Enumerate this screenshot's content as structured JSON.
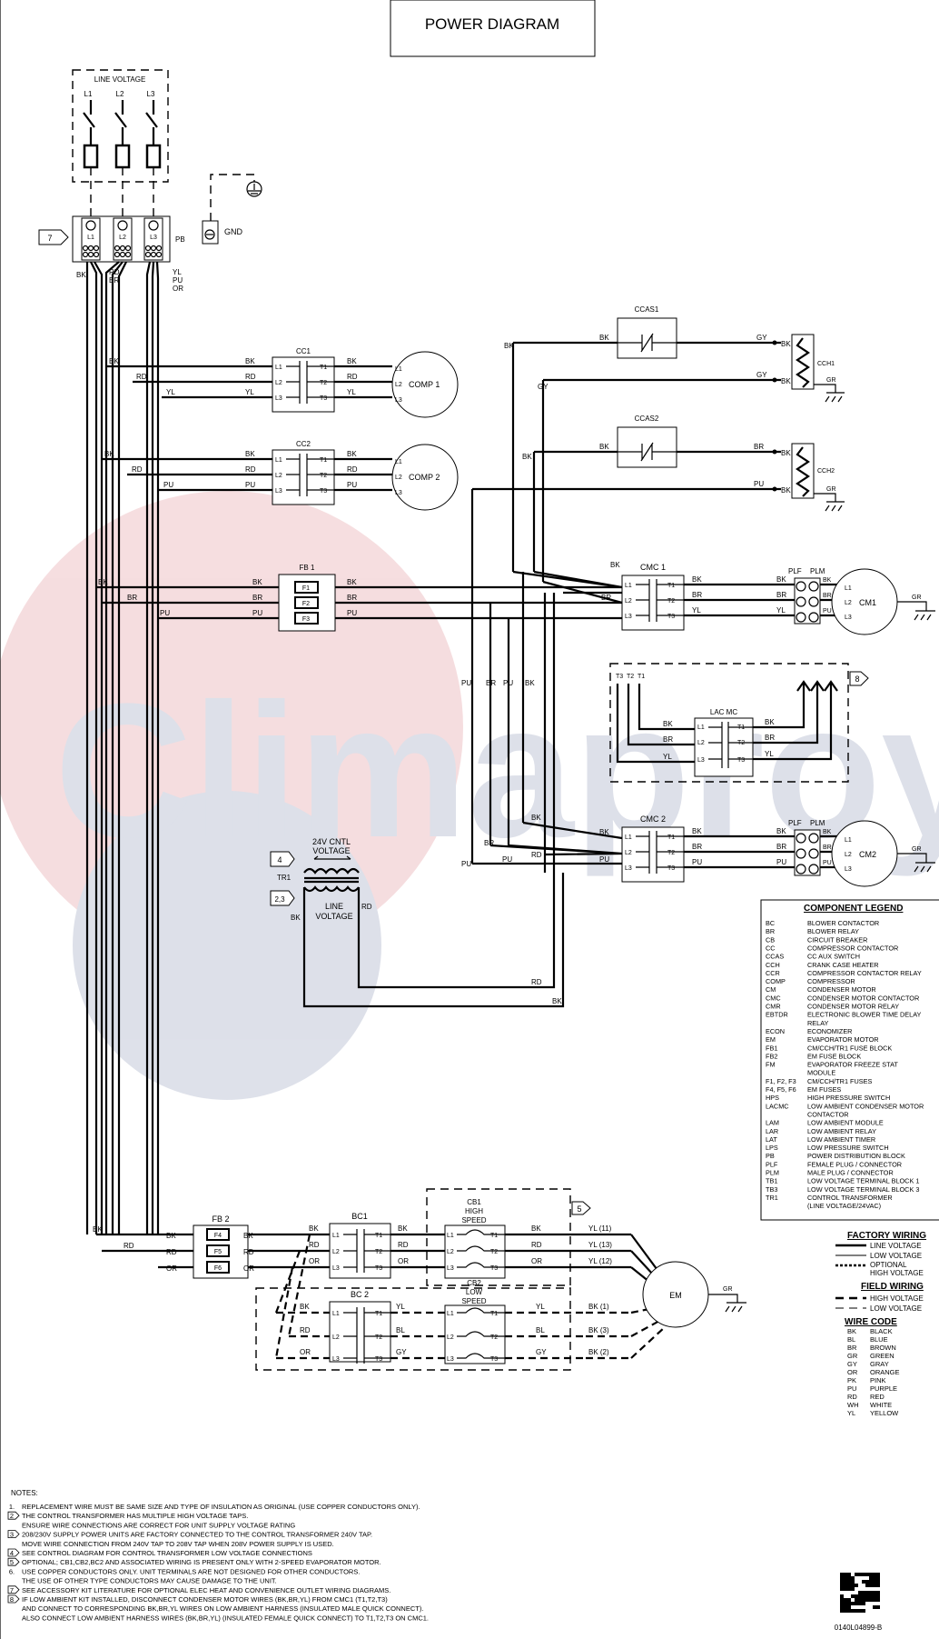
{
  "title": "POWER DIAGRAM",
  "watermark": "Climaproyect",
  "colors": {
    "wire": "#000000",
    "watermark_red": "#c8323c",
    "watermark_blue": "#30437a"
  },
  "line_voltage": {
    "label": "LINE VOLTAGE",
    "lines": [
      "L1",
      "L2",
      "L3"
    ]
  },
  "gnd": "GND",
  "pb": {
    "name": "PB",
    "terms": [
      "L1",
      "L2",
      "L3"
    ],
    "wires_l1": "BK",
    "wires_l2": [
      "RD",
      "BR"
    ],
    "wires_l3": [
      "YL",
      "PU",
      "OR"
    ]
  },
  "callouts": {
    "c7": "7",
    "c4": "4",
    "c23": "2,3",
    "c8": "8",
    "c5": "5"
  },
  "contactors": {
    "cc1": {
      "name": "CC1",
      "in": [
        "L1",
        "L2",
        "L3"
      ],
      "out": [
        "T1",
        "T2",
        "T3"
      ],
      "left": [
        "BK",
        "RD",
        "YL"
      ],
      "right": [
        "BK",
        "RD",
        "YL"
      ],
      "branch": [
        "BK",
        "RD",
        "YL"
      ]
    },
    "cc2": {
      "name": "CC2",
      "in": [
        "L1",
        "L2",
        "L3"
      ],
      "out": [
        "T1",
        "T2",
        "T3"
      ],
      "left": [
        "BK",
        "RD",
        "PU"
      ],
      "right": [
        "BK",
        "RD",
        "PU"
      ],
      "branch": [
        "BK",
        "RD",
        "PU"
      ]
    },
    "cmc1": {
      "name": "CMC 1",
      "in": [
        "L1",
        "L2",
        "L3"
      ],
      "out": [
        "T1",
        "T2",
        "T3"
      ],
      "left": [
        "BK",
        "BR",
        "PU"
      ],
      "right": [
        "BK",
        "BR",
        "YL"
      ]
    },
    "cmc2": {
      "name": "CMC 2",
      "in": [
        "L1",
        "L2",
        "L3"
      ],
      "out": [
        "T1",
        "T2",
        "T3"
      ],
      "left": [
        "BK",
        "RD",
        "PU"
      ],
      "right": [
        "BK",
        "BR",
        "PU"
      ]
    },
    "lacmc": {
      "name": "LAC MC",
      "in": [
        "L1",
        "L2",
        "L3"
      ],
      "out": [
        "T1",
        "T2",
        "T3"
      ],
      "left": [
        "BK",
        "BR",
        "YL"
      ],
      "right": [
        "BK",
        "BR",
        "YL"
      ],
      "tops": [
        "T3",
        "T2",
        "T1"
      ]
    },
    "bc1": {
      "name": "BC1",
      "in": [
        "L1",
        "L2",
        "L3"
      ],
      "out": [
        "T1",
        "T2",
        "T3"
      ],
      "left": [
        "BK",
        "RD",
        "OR"
      ],
      "right": [
        "BK",
        "RD",
        "OR"
      ]
    },
    "bc2": {
      "name": "BC 2",
      "in": [
        "L1",
        "L2",
        "L3"
      ],
      "out": [
        "T1",
        "T2",
        "T3"
      ],
      "left": [
        "BK",
        "RD",
        "OR"
      ],
      "right": [
        "YL",
        "BL",
        "GY"
      ]
    }
  },
  "comp1": {
    "name": "COMP 1",
    "terms": [
      "L1",
      "L2",
      "L3"
    ]
  },
  "comp2": {
    "name": "COMP 2",
    "terms": [
      "L1",
      "L2",
      "L3"
    ]
  },
  "ccas1": {
    "name": "CCAS1",
    "left": "BK",
    "right": "GY"
  },
  "ccas2": {
    "name": "CCAS2",
    "left": "BK",
    "right": "BR"
  },
  "cch1": {
    "name": "CCH1",
    "wires": [
      "GY",
      "BK"
    ],
    "gr": "GR"
  },
  "cch2": {
    "name": "CCH2",
    "wires": [
      "BR",
      "BK"
    ],
    "gr": "GR",
    "pu": "PU"
  },
  "misc": {
    "bk": "BK",
    "gy": "GY",
    "pu": "PU",
    "br": "BR",
    "rd": "RD",
    "yl": "YL",
    "gr": "GR",
    "or": "OR"
  },
  "fb1": {
    "name": "FB 1",
    "fuses": [
      "F1",
      "F2",
      "F3"
    ],
    "wires": [
      "BK",
      "BR",
      "PU"
    ]
  },
  "fb2": {
    "name": "FB 2",
    "fuses": [
      "F4",
      "F5",
      "F6"
    ],
    "wires": [
      "BK",
      "RD",
      "OR"
    ]
  },
  "plf": "PLF",
  "plm": "PLM",
  "cm1": {
    "name": "CM1",
    "terms": [
      "L1",
      "L2",
      "L3"
    ],
    "wires": [
      "BK",
      "BR",
      "PU"
    ]
  },
  "cm2": {
    "name": "CM2",
    "terms": [
      "L1",
      "L2",
      "L3"
    ],
    "wires": [
      "BK",
      "BR",
      "PU"
    ]
  },
  "tr1": {
    "name": "TR1",
    "top": "24V CNTL VOLTAGE",
    "top1": "24V CNTL",
    "top2": "VOLTAGE",
    "bottom1": "LINE",
    "bottom2": "VOLTAGE",
    "left": "BK",
    "right": "RD"
  },
  "cb1": {
    "name": "CB1",
    "speed1": "HIGH",
    "speed2": "SPEED",
    "out": [
      "YL (11)",
      "YL (13)",
      "YL (12)"
    ]
  },
  "cb2": {
    "name": "CB2",
    "speed1": "LOW",
    "speed2": "SPEED",
    "out": [
      "BK (1)",
      "BK (3)",
      "BK (2)"
    ]
  },
  "em": {
    "name": "EM",
    "gr": "GR"
  },
  "legend": {
    "title": "COMPONENT LEGEND",
    "rows": [
      [
        "BC",
        "BLOWER CONTACTOR"
      ],
      [
        "BR",
        "BLOWER RELAY"
      ],
      [
        "CB",
        "CIRCUIT BREAKER"
      ],
      [
        "CC",
        "COMPRESSOR CONTACTOR"
      ],
      [
        "CCAS",
        "CC AUX SWITCH"
      ],
      [
        "CCH",
        "CRANK CASE HEATER"
      ],
      [
        "CCR",
        "COMPRESSOR CONTACTOR RELAY"
      ],
      [
        "COMP",
        "COMPRESSOR"
      ],
      [
        "CM",
        "CONDENSER MOTOR"
      ],
      [
        "CMC",
        "CONDENSER MOTOR CONTACTOR"
      ],
      [
        "CMR",
        "CONDENSER MOTOR RELAY"
      ],
      [
        "EBTDR",
        "ELECTRONIC BLOWER TIME DELAY"
      ],
      [
        "",
        "RELAY"
      ],
      [
        "ECON",
        "ECONOMIZER"
      ],
      [
        "EM",
        "EVAPORATOR MOTOR"
      ],
      [
        "FB1",
        "CM/CCH/TR1 FUSE BLOCK"
      ],
      [
        "FB2",
        "EM FUSE BLOCK"
      ],
      [
        "FM",
        "EVAPORATOR FREEZE STAT"
      ],
      [
        "",
        "MODULE"
      ],
      [
        "F1, F2, F3",
        "CM/CCH/TR1 FUSES"
      ],
      [
        "F4, F5, F6",
        "EM FUSES"
      ],
      [
        "HPS",
        "HIGH PRESSURE SWITCH"
      ],
      [
        "LACMC",
        "LOW AMBIENT CONDENSER MOTOR"
      ],
      [
        "",
        "CONTACTOR"
      ],
      [
        "LAM",
        "LOW AMBIENT MODULE"
      ],
      [
        "LAR",
        "LOW AMBIENT RELAY"
      ],
      [
        "LAT",
        "LOW AMBIENT TIMER"
      ],
      [
        "LPS",
        "LOW PRESSURE SWITCH"
      ],
      [
        "PB",
        "POWER DISTRIBUTION BLOCK"
      ],
      [
        "PLF",
        "FEMALE PLUG / CONNECTOR"
      ],
      [
        "PLM",
        "MALE PLUG / CONNECTOR"
      ],
      [
        "TB1",
        "LOW VOLTAGE TERMINAL BLOCK 1"
      ],
      [
        "TB3",
        "LOW VOLTAGE TERMINAL BLOCK 3"
      ],
      [
        "TR1",
        "CONTROL TRANSFORMER"
      ],
      [
        "",
        "(LINE VOLTAGE/24VAC)"
      ]
    ],
    "factory_title": "FACTORY WIRING",
    "factory": [
      "LINE VOLTAGE",
      "LOW VOLTAGE",
      "OPTIONAL",
      "HIGH VOLTAGE"
    ],
    "field_title": "FIELD WIRING",
    "field": [
      "HIGH VOLTAGE",
      "LOW VOLTAGE"
    ],
    "wire_code_title": "WIRE CODE",
    "wire_codes": [
      [
        "BK",
        "BLACK"
      ],
      [
        "BL",
        "BLUE"
      ],
      [
        "BR",
        "BROWN"
      ],
      [
        "GR",
        "GREEN"
      ],
      [
        "GY",
        "GRAY"
      ],
      [
        "OR",
        "ORANGE"
      ],
      [
        "PK",
        "PINK"
      ],
      [
        "PU",
        "PURPLE"
      ],
      [
        "RD",
        "RED"
      ],
      [
        "WH",
        "WHITE"
      ],
      [
        "YL",
        "YELLOW"
      ]
    ]
  },
  "notes": {
    "title": "NOTES:",
    "lines": [
      [
        "1.",
        "REPLACEMENT WIRE MUST BE SAME SIZE AND TYPE OF INSULATION AS ORIGINAL (USE COPPER CONDUCTORS ONLY)."
      ],
      [
        "2",
        "THE CONTROL TRANSFORMER HAS MULTIPLE HIGH VOLTAGE TAPS."
      ],
      [
        "",
        "ENSURE WIRE CONNECTIONS ARE CORRECT FOR UNIT SUPPLY VOLTAGE RATING"
      ],
      [
        "3",
        "208/230V SUPPLY POWER UNITS ARE FACTORY CONNECTED TO THE CONTROL TRANSFORMER 240V TAP."
      ],
      [
        "",
        "MOVE WIRE CONNECTION FROM 240V TAP TO 208V TAP WHEN 208V POWER SUPPLY IS USED."
      ],
      [
        "4",
        "SEE CONTROL DIAGRAM FOR CONTROL TRANSFORMER LOW VOLTAGE CONNECTIONS"
      ],
      [
        "5",
        "OPTIONAL; CB1,CB2,BC2 AND ASSOCIATED WIRING  IS PRESENT ONLY WITH 2-SPEED EVAPORATOR MOTOR."
      ],
      [
        "6.",
        "USE COPPER CONDUCTORS ONLY. UNIT TERMINALS ARE NOT DESIGNED FOR OTHER CONDUCTORS."
      ],
      [
        "",
        "THE USE OF OTHER TYPE CONDUCTORS MAY CAUSE DAMAGE TO THE UNIT."
      ],
      [
        "7",
        "SEE ACCESSORY KIT LITERATURE FOR OPTIONAL ELEC HEAT AND CONVENIENCE OUTLET WIRING DIAGRAMS."
      ],
      [
        "8",
        "IF LOW AMBIENT KIT INSTALLED, DISCONNECT CONDENSER MOTOR WIRES (BK,BR,YL) FROM CMC1 (T1,T2,T3)"
      ],
      [
        "",
        "AND CONNECT TO CORRESPONDING BK,BR,YL WIRES ON LOW AMBIENT HARNESS (INSULATED MALE QUICK CONNECT)."
      ],
      [
        "",
        "ALSO CONNECT LOW AMBIENT HARNESS WIRES (BK,BR,YL) (INSULATED FEMALE QUICK CONNECT) TO T1,T2,T3 ON CMC1."
      ]
    ]
  },
  "doc_number": "0140L04899-B"
}
